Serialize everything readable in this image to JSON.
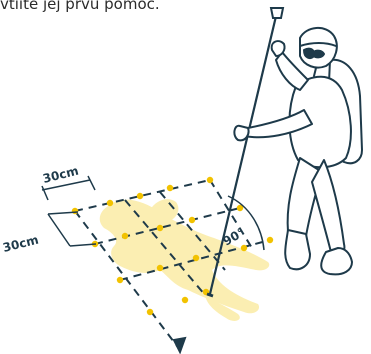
{
  "caption": "vtiite jej prvu pomoc.",
  "labels": {
    "top_dimension": "30cm",
    "left_dimension": "30cm",
    "angle": "90°"
  },
  "colors": {
    "outline": "#1e3a4a",
    "victim_fill": "#fbeeb2",
    "grid_dot": "#f2c200"
  }
}
